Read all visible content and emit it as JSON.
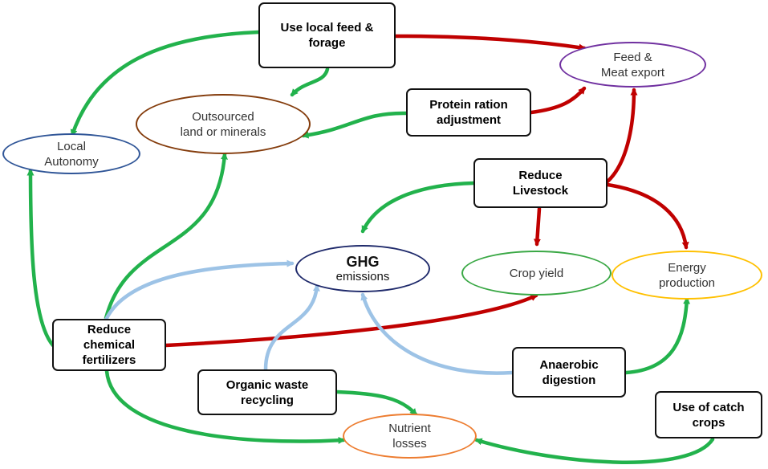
{
  "colors": {
    "green": "#22b24c",
    "red": "#c00000",
    "lightblue": "#9dc3e6",
    "purple": "#7030a0",
    "brown": "#843c0c",
    "blue": "#2f5597",
    "darkblue": "#1f2a6b",
    "darkgreen": "#3aa845",
    "yellow": "#ffc000",
    "orange": "#ed7d31"
  },
  "actions": {
    "local_feed": "Use local feed &\nforage",
    "protein": "Protein ration\nadjustment",
    "livestock": "Reduce\nLivestock",
    "fertilizers": "Reduce\nchemical\nfertilizers",
    "organic_waste": "Organic waste\nrecycling",
    "anaerobic": "Anaerobic\ndigestion",
    "catch_crops": "Use of catch\ncrops"
  },
  "outcomes": {
    "feed_export": "Feed &\nMeat export",
    "outsourced": "Outsourced\nland or minerals",
    "autonomy": "Local\nAutonomy",
    "ghg_title": "GHG",
    "ghg_sub": "emissions",
    "crop_yield": "Crop yield",
    "energy": "Energy\nproduction",
    "nutrient": "Nutrient\nlosses"
  },
  "links": [
    {
      "from": "local_feed",
      "to": "feed_export",
      "color": "red"
    },
    {
      "from": "local_feed",
      "to": "autonomy",
      "color": "green"
    },
    {
      "from": "local_feed",
      "to": "outsourced",
      "color": "green"
    },
    {
      "from": "protein",
      "to": "feed_export",
      "color": "red"
    },
    {
      "from": "protein",
      "to": "outsourced",
      "color": "green"
    },
    {
      "from": "livestock",
      "to": "feed_export",
      "color": "red"
    },
    {
      "from": "livestock",
      "to": "ghg",
      "color": "green"
    },
    {
      "from": "livestock",
      "to": "crop_yield",
      "color": "red"
    },
    {
      "from": "livestock",
      "to": "energy",
      "color": "red"
    },
    {
      "from": "fertilizers",
      "to": "autonomy",
      "color": "green"
    },
    {
      "from": "fertilizers",
      "to": "outsourced",
      "color": "green"
    },
    {
      "from": "fertilizers",
      "to": "ghg",
      "color": "lightblue"
    },
    {
      "from": "fertilizers",
      "to": "crop_yield",
      "color": "red"
    },
    {
      "from": "fertilizers",
      "to": "nutrient",
      "color": "green"
    },
    {
      "from": "organic_waste",
      "to": "ghg",
      "color": "lightblue"
    },
    {
      "from": "organic_waste",
      "to": "nutrient",
      "color": "green"
    },
    {
      "from": "anaerobic",
      "to": "ghg",
      "color": "lightblue"
    },
    {
      "from": "anaerobic",
      "to": "energy",
      "color": "green"
    },
    {
      "from": "catch_crops",
      "to": "nutrient",
      "color": "green"
    }
  ]
}
